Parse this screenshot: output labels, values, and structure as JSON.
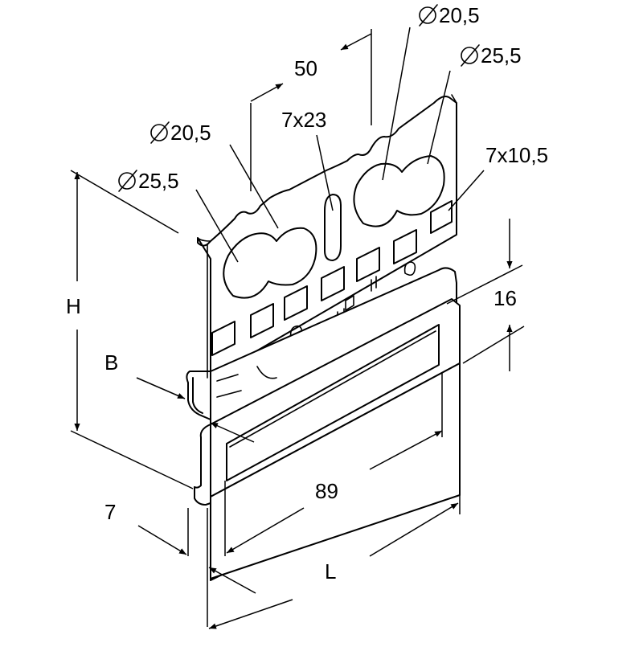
{
  "labels": {
    "dia_top_small": "20,5",
    "dia_top_large": "25,5",
    "dia_left_small": "20,5",
    "dia_left_large": "25,5",
    "dim_50": "50",
    "slot_long": "7x23",
    "slot_rect": "7x10,5",
    "dim_16": "16",
    "dim_h": "H",
    "dim_b": "B",
    "dim_89": "89",
    "dim_7": "7",
    "dim_l": "L"
  }
}
